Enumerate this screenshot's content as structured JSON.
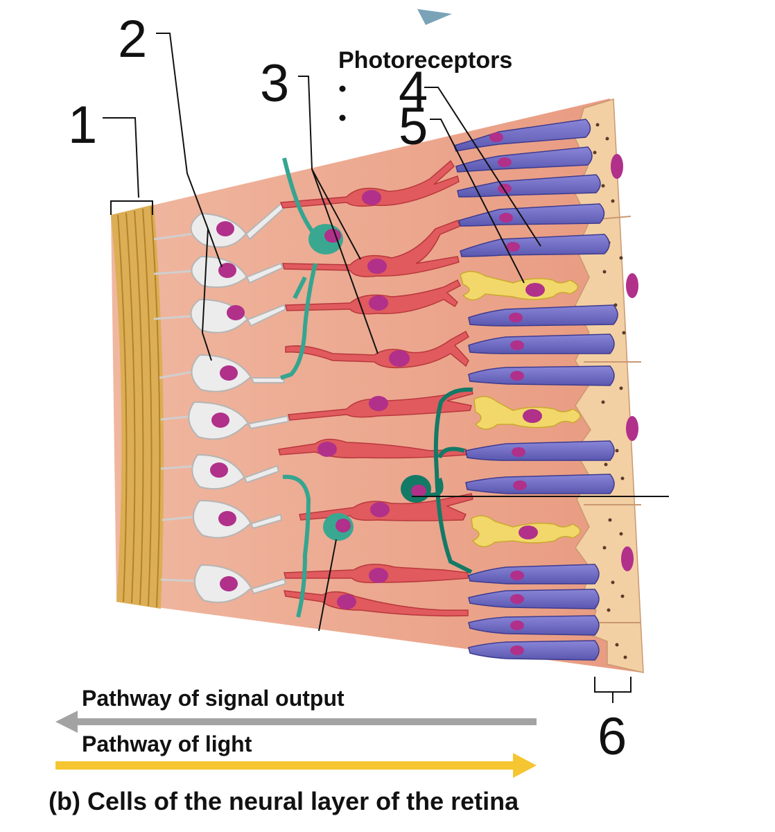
{
  "labels": {
    "l1": "1",
    "l2": "2",
    "l3": "3",
    "l4": "4",
    "l5": "5",
    "l6": "6"
  },
  "photoreceptors_heading": "Photoreceptors",
  "pathway_output": "Pathway of signal output",
  "pathway_light": "Pathway of light",
  "caption": "(b) Cells of the neural layer of the retina",
  "colors": {
    "background_tissue": "#e9a48c",
    "nerve_fibers": "#d9a84a",
    "ganglion_cell": "#eeeeee",
    "bipolar_cell": "#e05a5e",
    "amacrine_horizontal_cell": "#2f9e8a",
    "rod": "#6f6cc4",
    "cone": "#f0d85a",
    "pigmented_epithelium": "#f3cfa4",
    "nucleus": "#b0308a",
    "output_arrow": "#a3a3a3",
    "light_arrow": "#f5c631"
  }
}
